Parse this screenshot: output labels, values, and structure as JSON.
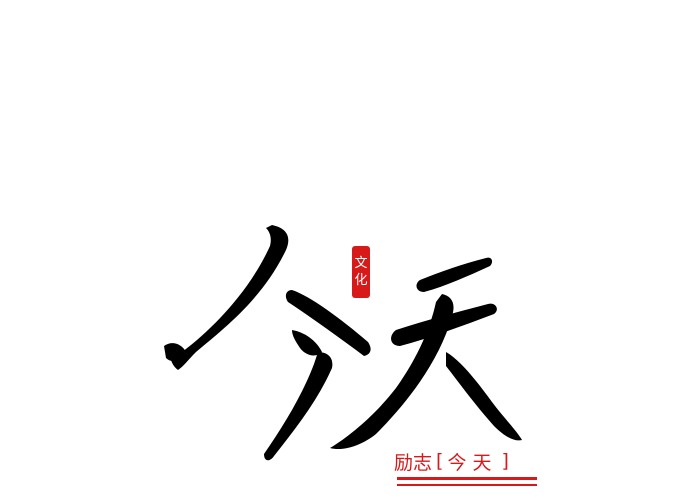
{
  "title": {
    "glyph_1": "今",
    "glyph_2": "天"
  },
  "seal": {
    "char_1": "文",
    "char_2": "化"
  },
  "caption": {
    "label": "励志",
    "bracket_open": "[",
    "sub": "今天",
    "bracket_close": "]"
  },
  "colors": {
    "ink": "#000000",
    "seal_red": "#d8191a",
    "caption_red": "#d8191a",
    "background": "#ffffff"
  }
}
